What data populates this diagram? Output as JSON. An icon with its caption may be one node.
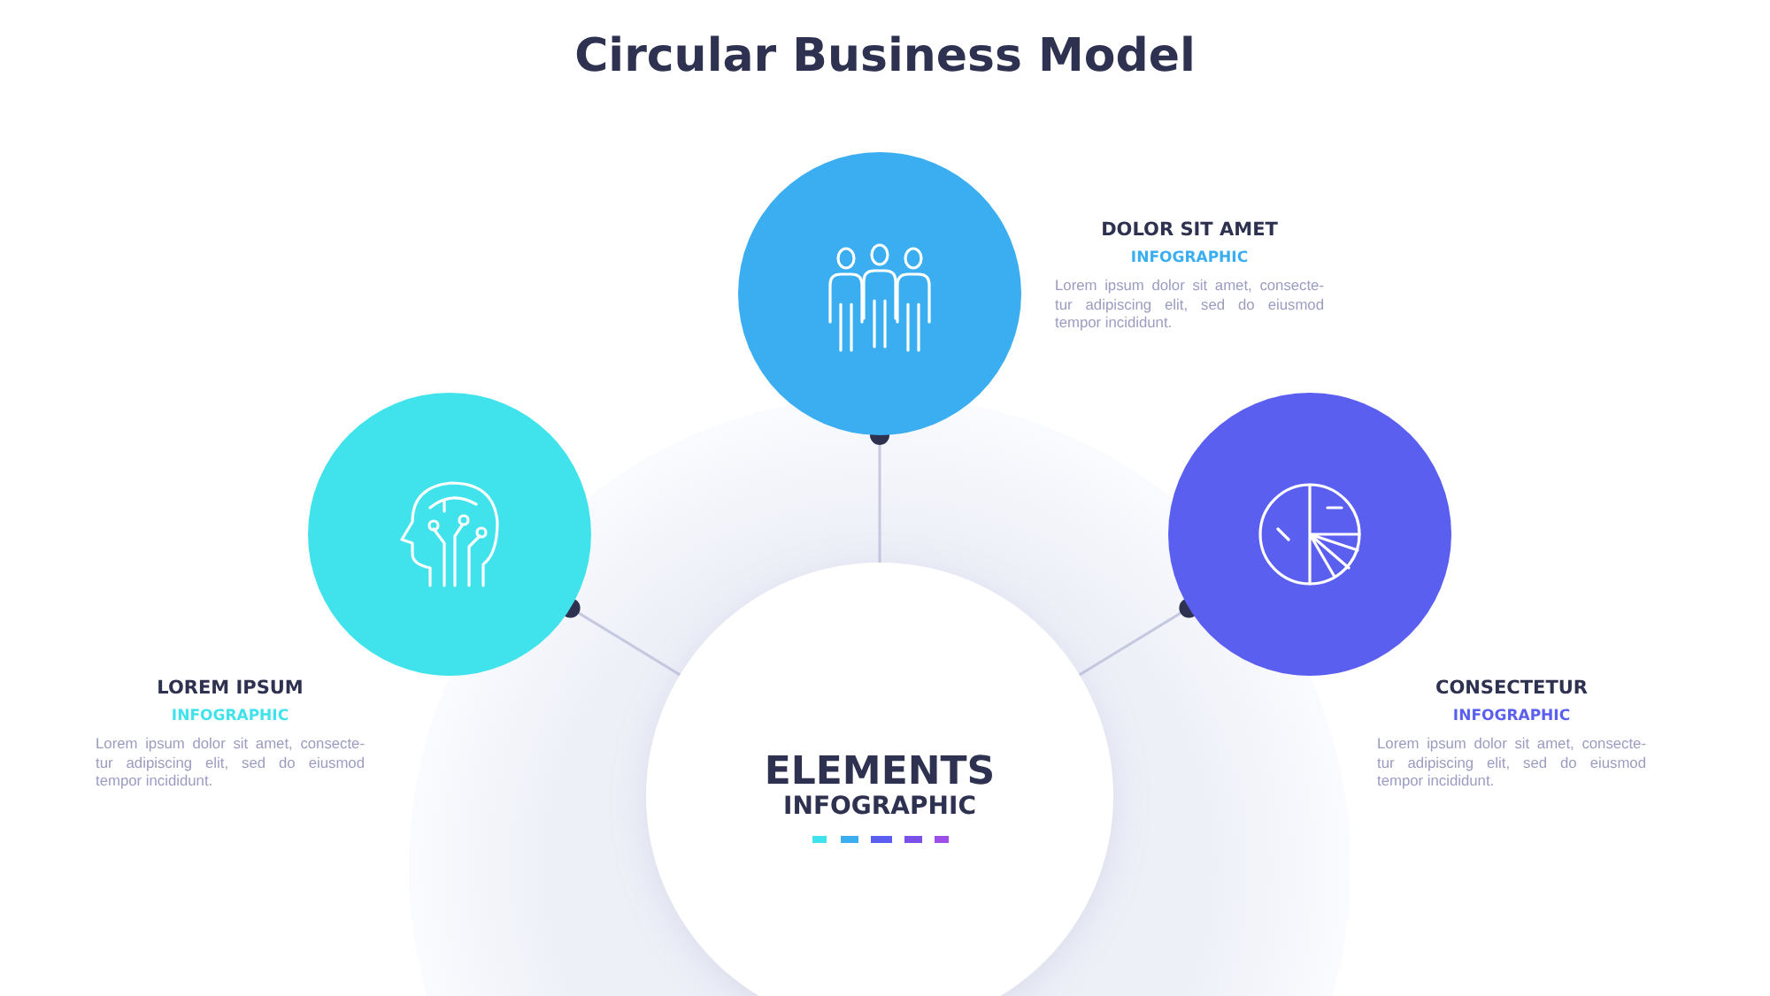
{
  "diagram": {
    "title": "Circular Business Model",
    "nodes": [
      {
        "text": [
          "ELEMENTS",
          "INFOGRAPHIC"
        ]
      },
      {
        "text": [],
        "shape": "circle",
        "beside": [
          "DOLOR SIT AMET",
          "INFOGRAPHIC",
          "Lorem ipsum dolor sit amet, consecte- tur adipiscing elit, sed do eiusmod tempor incididunt."
        ]
      },
      {
        "text": [],
        "shape": "circle",
        "beside": [
          "LOREM IPSUM",
          "INFOGRAPHIC",
          "Lorem ipsum dolor sit amet, consecte- tur adipiscing elit, sed do eiusmod tempor incididunt."
        ]
      },
      {
        "text": [],
        "shape": "circle",
        "beside": [
          "CONSECTETUR",
          "INFOGRAPHIC",
          "Lorem ipsum dolor sit amet, consecte- tur adipiscing elit, sed do eiusmod tempor incididunt."
        ]
      }
    ],
    "edges": [
      {
        "from": 0,
        "to": 2,
        "arrow": "other"
      },
      {
        "from": 0,
        "to": 1,
        "arrow": "other"
      },
      {
        "from": 0,
        "to": 3,
        "arrow": "other"
      }
    ]
  }
}
